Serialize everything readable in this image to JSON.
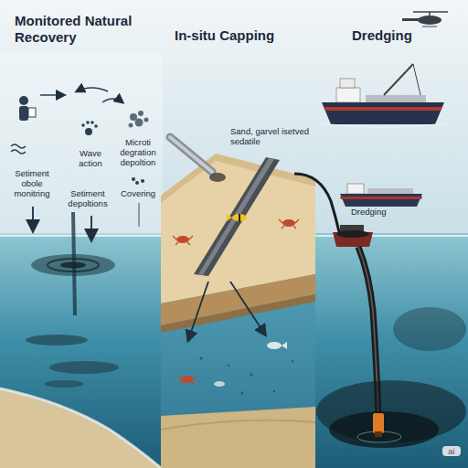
{
  "diagram": {
    "nodes": [
      {
        "text": [
          "Monitored Natural Recovery"
        ]
      },
      {
        "text": [
          "In-situ Capping"
        ]
      },
      {
        "text": [
          "Dredging"
        ]
      }
    ],
    "labels": [
      "Wave action",
      "Microti degration depoltion",
      "Setiment obole monitring",
      "Setiment depoltions",
      "Covering",
      "Sand, garvel isetved sedatile",
      "Dredging",
      "ai"
    ]
  }
}
